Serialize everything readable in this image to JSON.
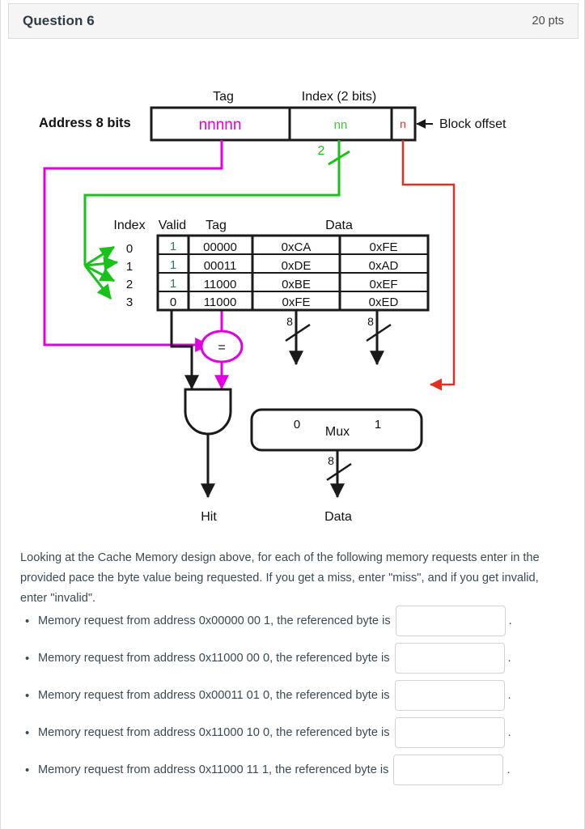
{
  "header": {
    "title": "Question 6",
    "points": "20 pts"
  },
  "diagram": {
    "address_label": "Address  8  bits",
    "field_headers": {
      "tag": "Tag",
      "index": "Index (2 bits)"
    },
    "address_fields": {
      "tag_value": "nnnnn",
      "index_value": "nn",
      "offset_value": "n"
    },
    "block_offset_label": "Block offset",
    "index_bus_width": "2",
    "cache_headers": {
      "index": "Index",
      "valid": "Valid",
      "tag": "Tag",
      "data": "Data"
    },
    "index_values": [
      "0",
      "1",
      "2",
      "3"
    ],
    "rows": [
      {
        "valid": "1",
        "tag": "00000",
        "data0": "0xCA",
        "data1": "0xFE"
      },
      {
        "valid": "1",
        "tag": "00011",
        "data0": "0xDE",
        "data1": "0xAD"
      },
      {
        "valid": "1",
        "tag": "11000",
        "data0": "0xBE",
        "data1": "0xEF"
      },
      {
        "valid": "0",
        "tag": "11000",
        "data0": "0xFE",
        "data1": "0xED"
      }
    ],
    "comparator_symbol": "=",
    "mux_label": "Mux",
    "mux_input_0": "0",
    "mux_input_1": "1",
    "bus_width_left": "8",
    "bus_width_right": "8",
    "bus_width_out": "8",
    "hit_label": "Hit",
    "data_label": "Data",
    "colors": {
      "tag_wire": "#e000e0",
      "index_wire": "#19c219",
      "offset_wire": "#e03020",
      "wire": "#1a1a1a"
    }
  },
  "prose": "Looking at the Cache Memory design above, for each of the following memory requests enter in the provided pace the byte value being requested. If you get a miss, enter \"miss\", and if you get invalid, enter \"invalid\".",
  "requests": {
    "bullet": "•",
    "period": ".",
    "items": [
      {
        "text": "Memory request from address 0x00000 00 1, the referenced byte is",
        "value": "",
        "placeholder": ""
      },
      {
        "text": "Memory request from address 0x11000 00 0, the referenced byte is",
        "value": "",
        "placeholder": ""
      },
      {
        "text": "Memory request from address 0x00011 01 0, the referenced byte is",
        "value": "",
        "placeholder": ""
      },
      {
        "text": "Memory request from address 0x11000 10 0, the referenced byte is",
        "value": "",
        "placeholder": ""
      },
      {
        "text": "Memory request from address 0x11000 11 1, the referenced byte is",
        "value": "",
        "placeholder": ""
      }
    ]
  }
}
